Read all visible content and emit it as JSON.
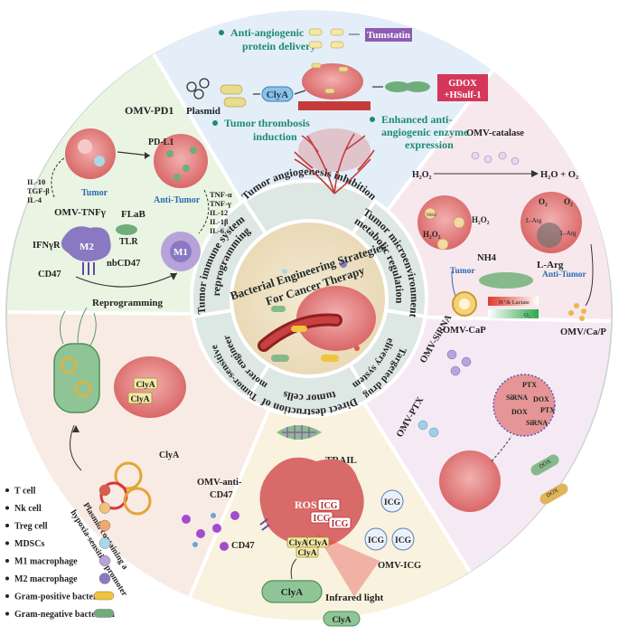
{
  "center": {
    "title_line1": "Bacterial Engineering Strategies",
    "title_line2": "For Cancer Therapy"
  },
  "ring_labels": {
    "angiogenesis": "Tumor angiogenesis inhibition",
    "microenv_line1": "Tumor microenvironment",
    "microenv_line2": "metabolic regulation",
    "targeted_line1": "Targeted drug",
    "targeted_line2": "delivery systems",
    "direct_line1": "Direct destruction of",
    "direct_line2": "tumor cells",
    "promoter_line1": "Tumor-sensitive",
    "promoter_line2": "promoter engineering",
    "immune_line1": "Tumor immune system",
    "immune_line2": "reprogramming"
  },
  "top": {
    "anti_angio_line1": "Anti-angiogenic",
    "anti_angio_line2": "protein delivery",
    "tumstatin": "Tumstatin",
    "plasmid": "Plasmid",
    "clya": "ClyA",
    "thrombosis_line1": "Tumor thrombosis",
    "thrombosis_line2": "induction",
    "enzyme_line1": "Enhanced anti-",
    "enzyme_line2": "angiogenic enzyme",
    "enzyme_line3": "expression",
    "gdox_line1": "GDOX",
    "gdox_line2": "+HSulf-1"
  },
  "left": {
    "omv_pd1": "OMV-PD1",
    "pd_l1": "PD-L1",
    "tumor": "Tumor",
    "anti_tumor": "Anti-Tumor",
    "cyt_left": [
      "IL-10",
      "TGF-β",
      "IL-4"
    ],
    "cyt_right": [
      "TNF-α",
      "TNF-γ",
      "IL-12",
      "IL-1β",
      "IL-6"
    ],
    "omv_tnf": "OMV-TNFγ",
    "flab": "FLaB",
    "tlr": "TLR",
    "ifngr": "IFNγR",
    "m2": "M2",
    "m1": "M1",
    "nbcd47": "nbCD47",
    "cd47": "CD47",
    "reprogramming": "Reprogramming"
  },
  "right": {
    "omv_catalase": "OMV-catalase",
    "h2o2": "H₂O₂",
    "products": "H₂O + O₂",
    "o2": "O₂",
    "nh4": "NH4",
    "l_arg": "L-Arg",
    "tumor": "Tumor",
    "anti_tumor": "Anti-Tumor",
    "omv_cap": "OMV-CaP",
    "h_lactate": "H⁺& Lactate",
    "omv_cap_product": "OMV/Ca/P"
  },
  "bottom_right": {
    "omv_sirna": "OMV-SiRNA",
    "omv_ptx": "OMV-PTX",
    "ptx": "PTX",
    "sirna": "SiRNA",
    "dox": "DOX"
  },
  "bottom": {
    "trail": "TRAIL",
    "omv_anti_cd47_line1": "OMV-anti-",
    "omv_anti_cd47_line2": "CD47",
    "cd47": "CD47",
    "ros": "ROS",
    "icg": "ICG",
    "clya": "ClyA",
    "omv_icg": "OMV-ICG",
    "infrared": "Infrared light"
  },
  "bottom_left": {
    "clya": "ClyA",
    "plasmid_line1": "Plasmid containing a",
    "plasmid_line2": "hypoxia-sensitive promoter"
  },
  "legend": [
    {
      "label": "T cell",
      "color": "#e05a4a"
    },
    {
      "label": "Nk cell",
      "color": "#f0c27a"
    },
    {
      "label": "Treg cell",
      "color": "#f3a86b"
    },
    {
      "label": "MDSCs",
      "color": "#a9d8e8"
    },
    {
      "label": "M1 macrophage",
      "color": "#b7a3d9"
    },
    {
      "label": "M2 macrophage",
      "color": "#8a79c2"
    },
    {
      "label": "Gram-positive bacterium",
      "color": "#f0c43c"
    },
    {
      "label": "Gram-negative bacterium",
      "color": "#6fae7a"
    }
  ],
  "colors": {
    "top_bg": "#e4eef8",
    "right_bg": "#f7e8ee",
    "bottom_right_bg": "#f5e9f3",
    "bottom_bg": "#f9f3df",
    "left_bg": "#f8ece5",
    "upper_left_bg": "#e9f3e1",
    "ring_band": "#dfe8e4",
    "center": "#efe3c7",
    "accent_green": "#1d8a78",
    "tumor": "#e48585",
    "bacterium": "#86b98b"
  }
}
